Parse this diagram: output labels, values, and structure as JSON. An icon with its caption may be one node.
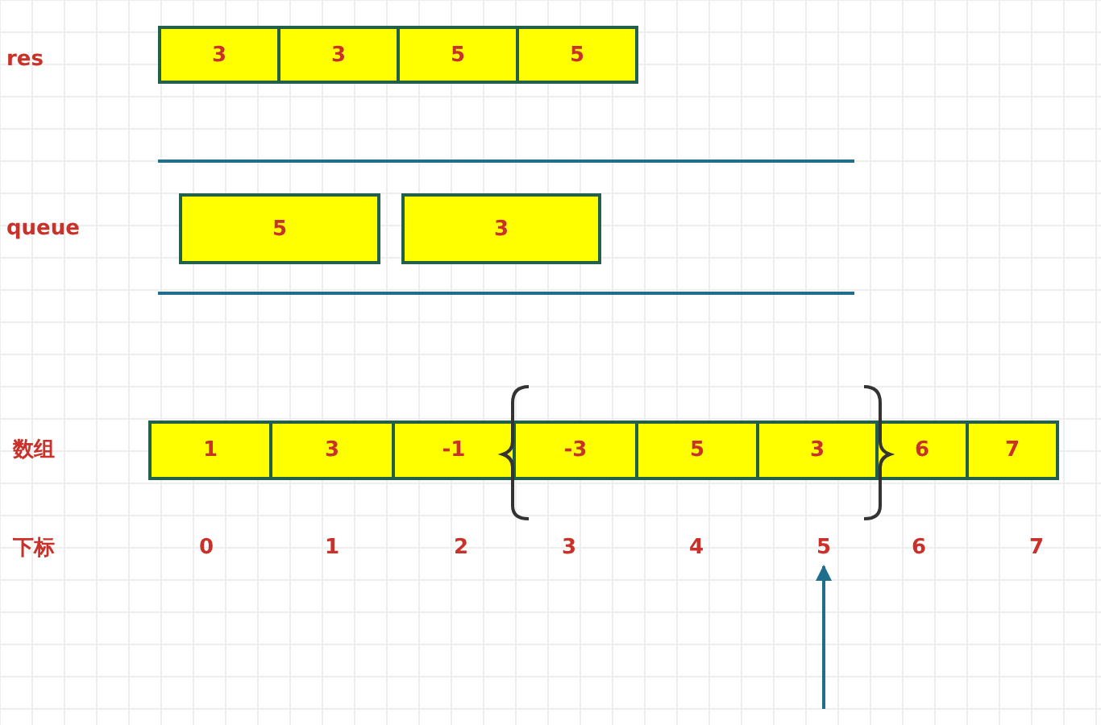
{
  "diagram": {
    "nodes": [
      {
        "text": [
          "3"
        ]
      },
      {
        "text": [
          "3"
        ]
      },
      {
        "text": [
          "5"
        ]
      },
      {
        "text": [
          "5"
        ]
      },
      {
        "text": [
          "5"
        ]
      },
      {
        "text": [
          "3"
        ]
      },
      {
        "text": [
          "1"
        ]
      },
      {
        "text": [
          "3"
        ]
      },
      {
        "text": [
          "-1"
        ]
      },
      {
        "text": [
          "-3"
        ]
      },
      {
        "text": [
          "5"
        ]
      },
      {
        "text": [
          "3"
        ]
      },
      {
        "text": [
          "6"
        ]
      },
      {
        "text": [
          "7"
        ]
      },
      {
        "text": [
          "0"
        ]
      },
      {
        "text": [
          "1"
        ]
      },
      {
        "text": [
          "2"
        ]
      },
      {
        "text": [
          "3"
        ]
      },
      {
        "text": [
          "4"
        ]
      },
      {
        "text": [
          "5"
        ]
      },
      {
        "text": [
          "6"
        ]
      },
      {
        "text": [
          "7"
        ]
      }
    ],
    "edges": [
      {
        "from": null,
        "to": 19,
        "arrow": "to"
      }
    ],
    "labels": [
      "res",
      "queue",
      "数组",
      "下标"
    ]
  }
}
